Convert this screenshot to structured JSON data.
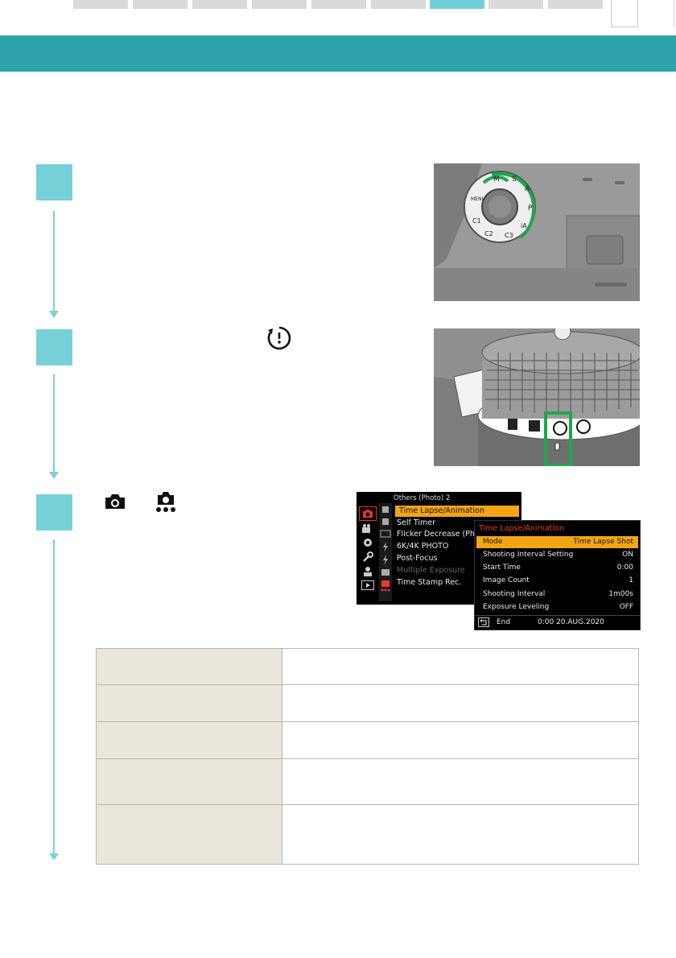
{
  "tabs": {
    "count": 9,
    "active_index": 6
  },
  "menu": {
    "others_header": "Others (Photo) 2",
    "items": [
      "Time Lapse/Animation",
      "Self Timer",
      "Flicker Decrease (Pho",
      "6K/4K PHOTO",
      "Post-Focus",
      "Multiple Exposure",
      "Time Stamp Rec."
    ],
    "selected_index": 0,
    "disabled_index": 5
  },
  "submenu": {
    "title": "Time Lapse/Animation",
    "rows": [
      {
        "label": "Mode",
        "value": "Time Lapse Shot"
      },
      {
        "label": "Shooting Interval Setting",
        "value": "ON"
      },
      {
        "label": "Start Time",
        "value": "0:00"
      },
      {
        "label": "Image Count",
        "value": "1"
      },
      {
        "label": "Shooting Interval",
        "value": "1m00s"
      },
      {
        "label": "Exposure Leveling",
        "value": "OFF"
      }
    ],
    "footer_end": "End",
    "footer_datetime": "0:00 20.AUG.2020"
  },
  "dial": {
    "labels": [
      "M",
      "S",
      "A",
      "P",
      "iA",
      "C3",
      "C2",
      "C1",
      "MENU"
    ]
  },
  "colors": {
    "banner": "#2fa3ac",
    "step": "#78d1d9",
    "highlight_green": "#1fa84a",
    "menu_select": "#f3a516",
    "menu_title_red": "#e8372c",
    "table_key_bg": "#ebe6db"
  },
  "icons": {
    "step2_inline": "time-lapse-icon",
    "step3_inline_1": "photo-camera-icon",
    "step3_inline_2": "camera-settings-icon"
  }
}
